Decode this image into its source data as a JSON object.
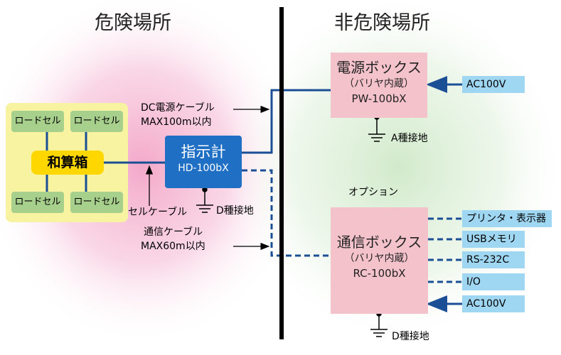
{
  "zones": {
    "hazardous": "危険場所",
    "non_hazardous": "非危険場所"
  },
  "load_cells": [
    "ロードセル",
    "ロードセル",
    "ロードセル",
    "ロードセル"
  ],
  "junction_box": "和算箱",
  "indicator": {
    "title": "指示計",
    "model": "HD-100bX"
  },
  "cables": {
    "dc_power": [
      "DC電源ケーブル",
      "MAX100m以内"
    ],
    "cell": "セルケーブル",
    "communication": [
      "通信ケーブル",
      "MAX60m以内"
    ]
  },
  "power_box": {
    "title": "電源ボックス",
    "subtitle": "（バリヤ内蔵）",
    "model": "PW-100bX",
    "input": "AC100V"
  },
  "comm_box": {
    "option_label": "オプション",
    "title": "通信ボックス",
    "subtitle": "（バリヤ内蔵）",
    "model": "RC-100bX",
    "outputs": [
      "プリンタ・表示器",
      "USBメモリ",
      "RS-232C",
      "I/O"
    ],
    "input": "AC100V"
  },
  "grounds": {
    "power_box": "A種接地",
    "indicator": "D種接地",
    "comm_box": "D種接地"
  },
  "colors": {
    "hazard_glow": "#f4b8d0",
    "safe_glow": "#d5ecd0",
    "wire": "#1a4f96",
    "barrier": "#000000"
  }
}
